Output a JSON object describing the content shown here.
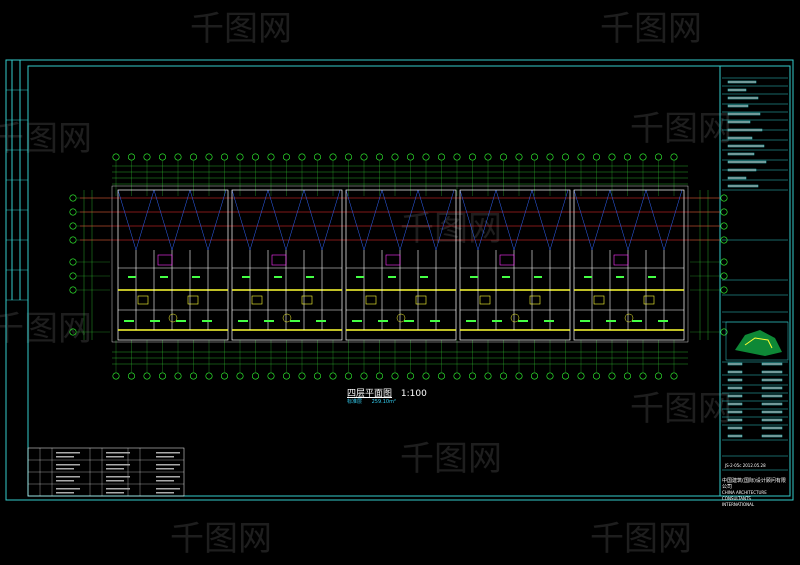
{
  "sheet": {
    "title": "四层平面图",
    "scale": "1:100",
    "area_label": "标准层",
    "area_value": "259.10m²",
    "company_cn": "中国建筑(国际)设计顾问有限公司",
    "company_en_1": "CHINA ARCHITECTURE CONSULTANTS",
    "company_en_2": "INTERNATIONAL",
    "drawing_no": "JS-2-05c  2012.05.28",
    "watermark": "千图网"
  },
  "colors": {
    "background": "#000000",
    "frame": "#33cccc",
    "walls": "#ffffff",
    "axis": "#33ff33",
    "dims": "#33cc33",
    "red_lines": "#ff3333",
    "yellow": "#ffff33",
    "blue": "#3366ff",
    "magenta": "#ff33ff"
  }
}
